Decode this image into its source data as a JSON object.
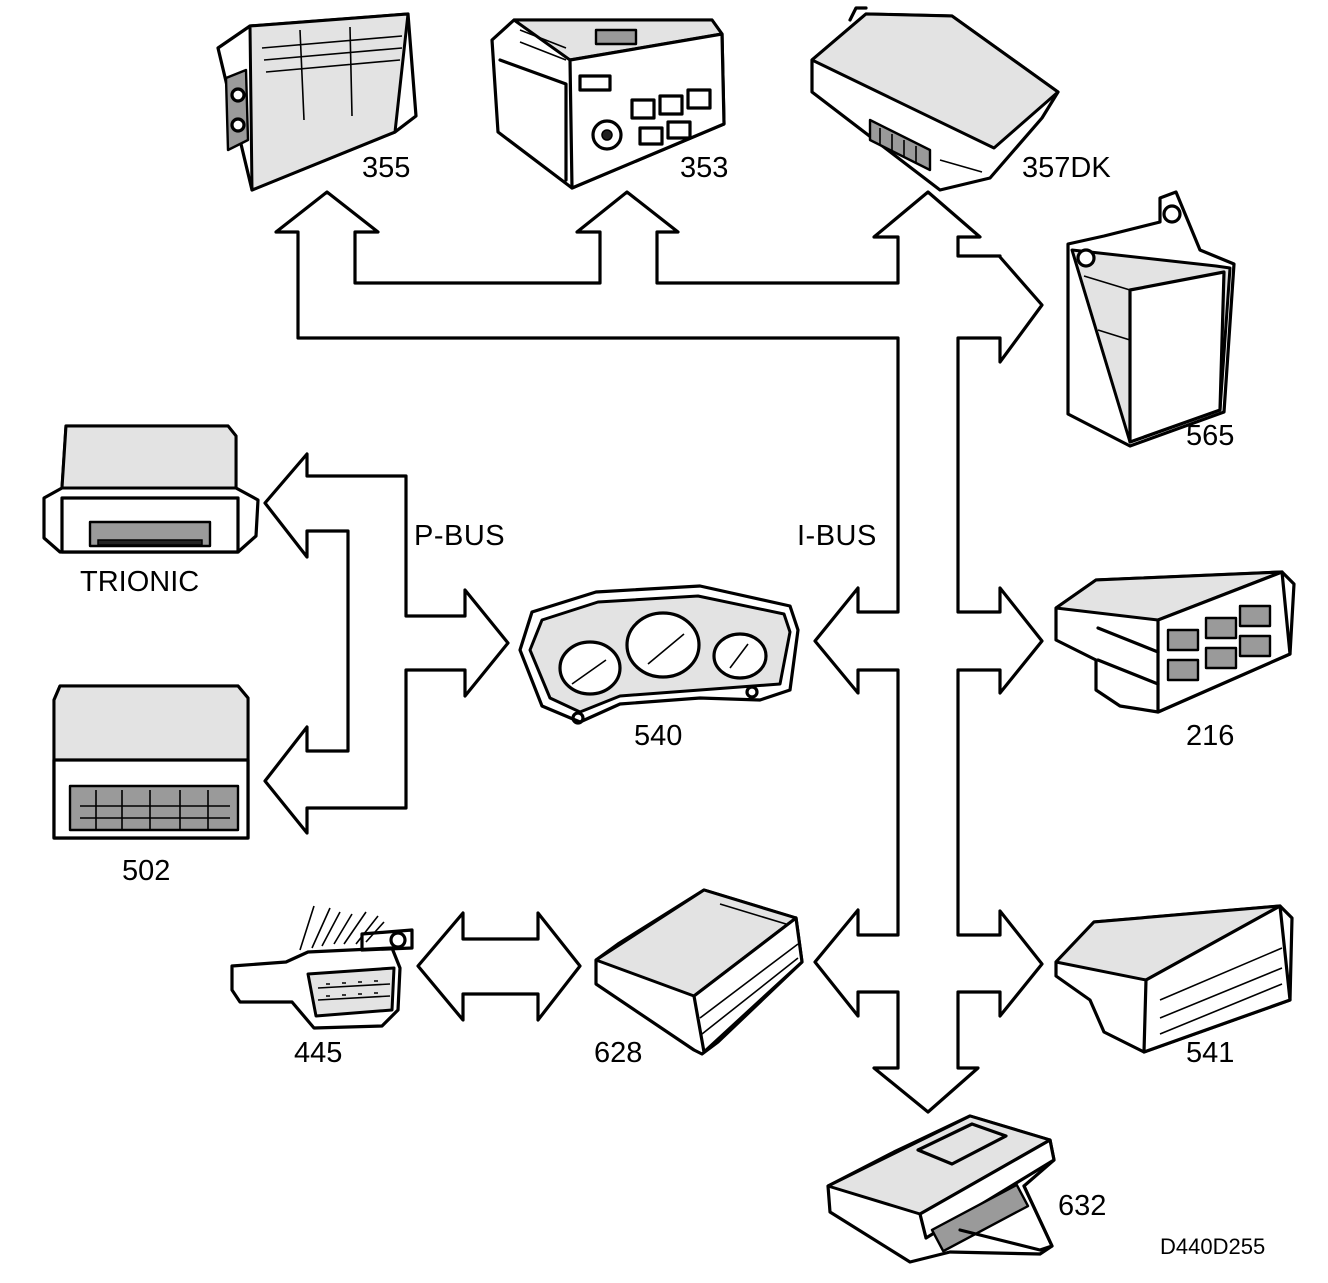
{
  "diagram": {
    "buses": {
      "p_bus": "P-BUS",
      "i_bus": "I-BUS"
    },
    "modules": {
      "m355": "355",
      "m353": "353",
      "m357dk": "357DK",
      "m565": "565",
      "trionic": "TRIONIC",
      "m502": "502",
      "m540": "540",
      "m216": "216",
      "m445": "445",
      "m628": "628",
      "m541": "541",
      "m632": "632"
    },
    "reference": "D440D255"
  }
}
